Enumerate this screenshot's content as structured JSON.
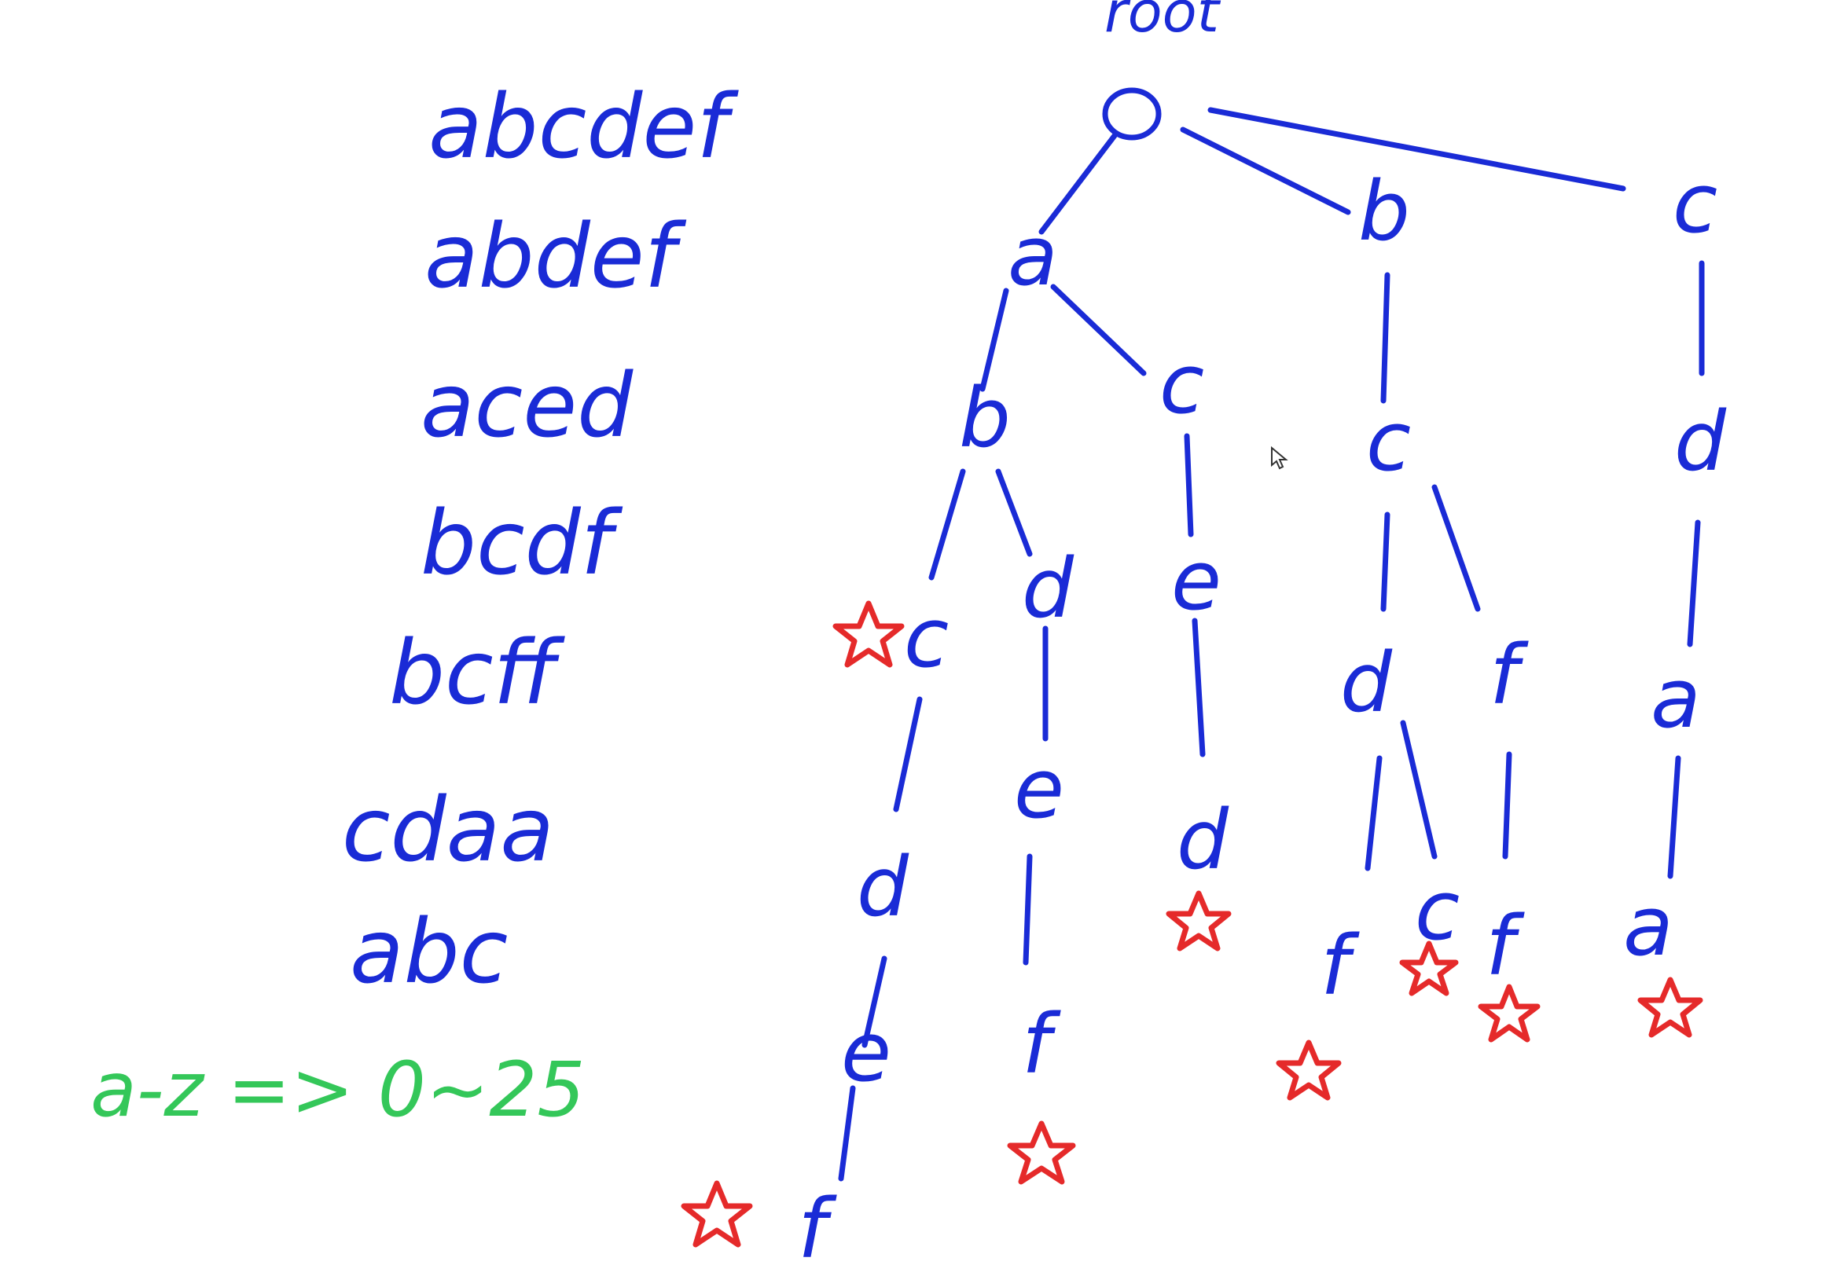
{
  "words": [
    "abcdef",
    "abdef",
    "aced",
    "bcdf",
    "bcff",
    "cdaa",
    "abc"
  ],
  "note": "a-z => 0~25",
  "root_label": "root",
  "colors": {
    "ink": "#1a2bd6",
    "star": "#e52a2a",
    "note": "#34c759"
  },
  "tree": {
    "nodes": [
      {
        "id": "a",
        "label": "a"
      },
      {
        "id": "b",
        "label": "b"
      },
      {
        "id": "c",
        "label": "c"
      },
      {
        "id": "ab",
        "label": "b"
      },
      {
        "id": "ac",
        "label": "c"
      },
      {
        "id": "bc",
        "label": "c"
      },
      {
        "id": "cd",
        "label": "d"
      },
      {
        "id": "abc",
        "label": "c",
        "end": true
      },
      {
        "id": "abd",
        "label": "d"
      },
      {
        "id": "ace",
        "label": "e"
      },
      {
        "id": "bcd",
        "label": "d"
      },
      {
        "id": "bcf",
        "label": "f"
      },
      {
        "id": "cda",
        "label": "a"
      },
      {
        "id": "abcd",
        "label": "d"
      },
      {
        "id": "abde",
        "label": "e"
      },
      {
        "id": "aced",
        "label": "d",
        "end": true
      },
      {
        "id": "bcdf",
        "label": "f",
        "end": true
      },
      {
        "id": "bcdc",
        "label": "c",
        "end": true
      },
      {
        "id": "bcff",
        "label": "f",
        "end": true
      },
      {
        "id": "cdaa",
        "label": "a",
        "end": true
      },
      {
        "id": "abcde",
        "label": "e"
      },
      {
        "id": "abdef",
        "label": "f",
        "end": true
      },
      {
        "id": "abcdef",
        "label": "f",
        "end": true
      }
    ]
  }
}
